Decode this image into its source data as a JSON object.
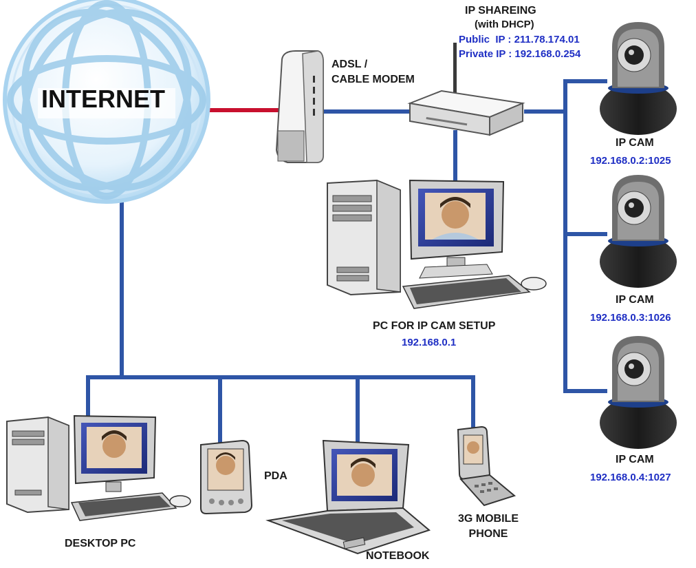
{
  "diagram": {
    "internet_label": "INTERNET",
    "modem_label_line1": "ADSL /",
    "modem_label_line2": "CABLE MODEM",
    "router_label_line1": "IP SHAREING",
    "router_label_line2": "(with DHCP)",
    "router_public_ip": "Public  IP : 211.78.174.01",
    "router_private_ip": "Private IP : 192.168.0.254",
    "setup_pc_label": "PC FOR IP CAM SETUP",
    "setup_pc_ip": "192.168.0.1",
    "cams": [
      {
        "label": "IP CAM",
        "ip": "192.168.0.2:1025"
      },
      {
        "label": "IP CAM",
        "ip": "192.168.0.3:1026"
      },
      {
        "label": "IP CAM",
        "ip": "192.168.0.4:1027"
      }
    ],
    "desktop_label": "DESKTOP PC",
    "pda_label": "PDA",
    "notebook_label": "NOTEBOOK",
    "phone_label_line1": "3G MOBILE",
    "phone_label_line2": "PHONE"
  },
  "colors": {
    "network_line": "#2e55a6",
    "wan_line": "#c8102e",
    "ip_text": "#1f2fc4",
    "globe": "#a9d3ef"
  }
}
